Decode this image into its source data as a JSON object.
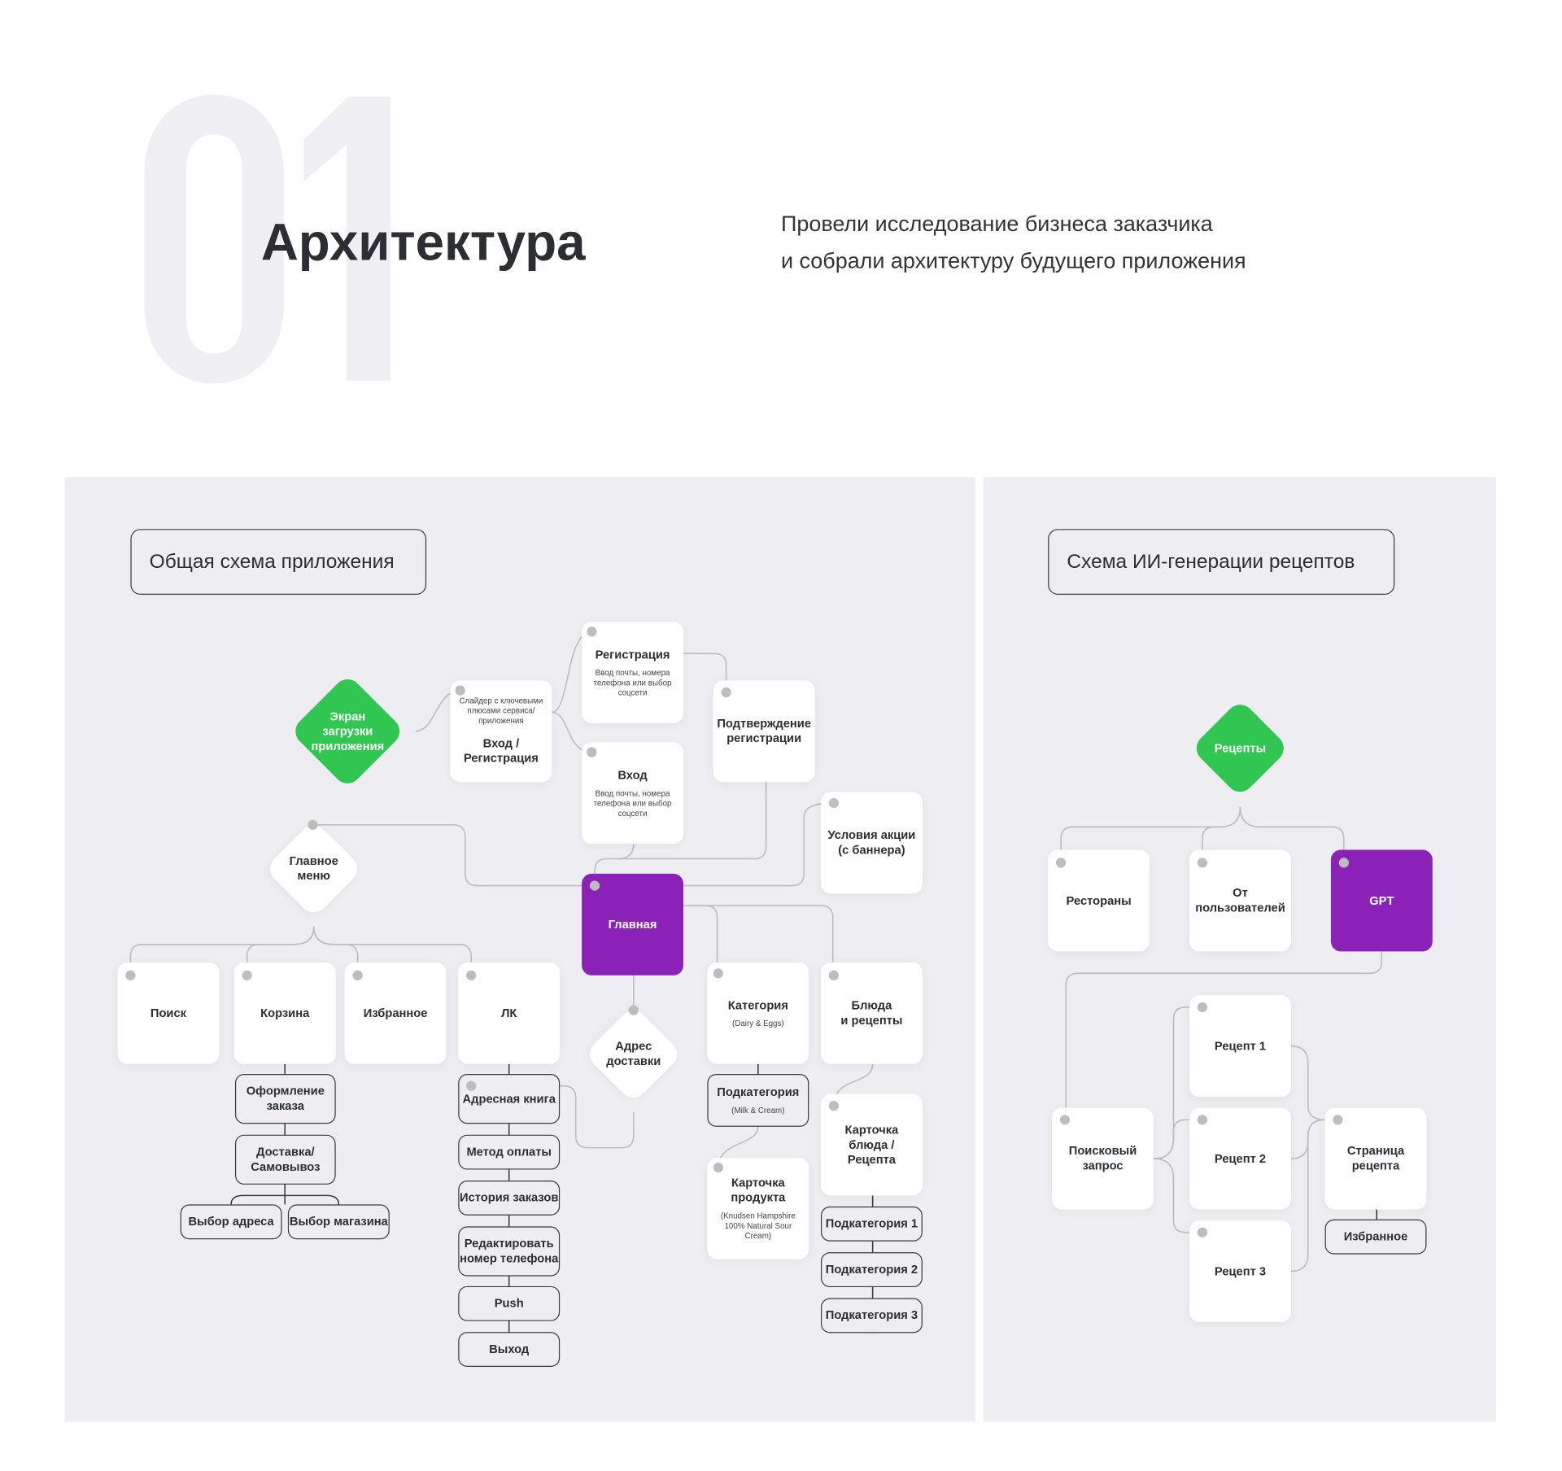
{
  "header": {
    "number": "01",
    "title": "Архитектура",
    "subtitle": "Провели исследование бизнеса заказчика\nи собрали архитектуру будущего приложения"
  },
  "left_diagram": {
    "label": "Общая схема приложения",
    "nodes": {
      "splash": {
        "title": "Экран\nзагрузки\nприложения"
      },
      "auth": {
        "title": "Вход /\nРегистрация",
        "sub": "Слайдер с ключевыми\nплюсами сервиса/\nприложения"
      },
      "register": {
        "title": "Регистрация",
        "sub": "Ввод почты, номера\nтелефона или выбор\nсоцсети"
      },
      "login": {
        "title": "Вход",
        "sub": "Ввод почты, номера\nтелефона или выбор\nсоцсети"
      },
      "confirm": {
        "title": "Подтверждение\nрегистрации"
      },
      "promo": {
        "title": "Условия акции\n(с баннера)"
      },
      "mainmenu": {
        "title": "Главное\nменю"
      },
      "home": {
        "title": "Главная"
      },
      "search": {
        "title": "Поиск"
      },
      "cart": {
        "title": "Корзина"
      },
      "favorites": {
        "title": "Избранное"
      },
      "account": {
        "title": "ЛК"
      },
      "address": {
        "title": "Адрес\nдоставки"
      },
      "category": {
        "title": "Категория",
        "sub": "(Dairy & Eggs)"
      },
      "dishes": {
        "title": "Блюда\nи рецепты"
      },
      "checkout": {
        "title": "Оформление\nзаказа"
      },
      "delivery": {
        "title": "Доставка/\nСамовывоз"
      },
      "choose_address": {
        "title": "Выбор адреса"
      },
      "choose_store": {
        "title": "Выбор магазина"
      },
      "address_book": {
        "title": "Адресная книга"
      },
      "payment": {
        "title": "Метод оплаты"
      },
      "orders": {
        "title": "История заказов"
      },
      "edit_phone": {
        "title": "Редактировать\nномер телефона"
      },
      "push": {
        "title": "Push"
      },
      "logout": {
        "title": "Выход"
      },
      "subcategory": {
        "title": "Подкатегория",
        "sub": "(Milk & Cream)"
      },
      "product": {
        "title": "Карточка\nпродукта",
        "sub": "(Knudsen Hampshire\n100% Natural Sour\nCream)"
      },
      "dish_card": {
        "title": "Карточка\nблюда /\nРецепта"
      },
      "sub1": {
        "title": "Подкатегория 1"
      },
      "sub2": {
        "title": "Подкатегория 2"
      },
      "sub3": {
        "title": "Подкатегория 3"
      }
    }
  },
  "right_diagram": {
    "label": "Схема ИИ-генерации рецептов",
    "nodes": {
      "recipes": {
        "title": "Рецепты"
      },
      "restaurants": {
        "title": "Рестораны"
      },
      "from_users": {
        "title": "От\nпользователей"
      },
      "gpt": {
        "title": "GPT"
      },
      "query": {
        "title": "Поисковый\nзапрос"
      },
      "recipe1": {
        "title": "Рецепт 1"
      },
      "recipe2": {
        "title": "Рецепт 2"
      },
      "recipe3": {
        "title": "Рецепт 3"
      },
      "recipe_page": {
        "title": "Страница\nрецепта"
      },
      "r_favorites": {
        "title": "Избранное"
      }
    }
  },
  "colors": {
    "green": "#31c552",
    "purple": "#8a22b8",
    "panel": "#ededf2",
    "connector": "#bdbdbd"
  }
}
